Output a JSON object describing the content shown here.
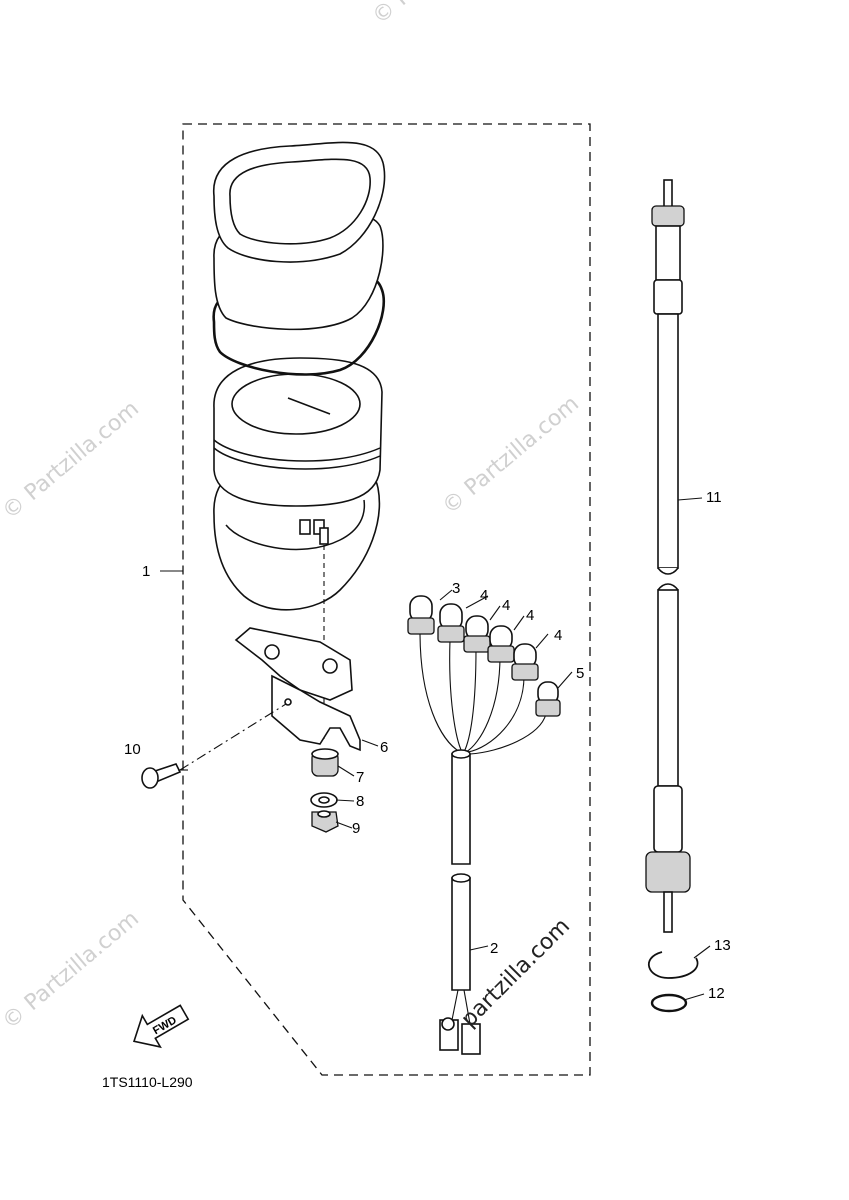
{
  "diagram_code": "1TS1110-L290",
  "direction_label": "FWD",
  "watermarks": {
    "brand": "© Partzilla.com",
    "inline": "partzilla.com"
  },
  "callouts": {
    "c1": "1",
    "c2": "2",
    "c3": "3",
    "c4a": "4",
    "c4b": "4",
    "c4c": "4",
    "c4d": "4",
    "c5": "5",
    "c6": "6",
    "c7": "7",
    "c8": "8",
    "c9": "9",
    "c10": "10",
    "c11": "11",
    "c12": "12",
    "c13": "13"
  },
  "colors": {
    "line": "#111111",
    "shade": "#d2d2d2",
    "watermark": "#d0d0d0"
  }
}
